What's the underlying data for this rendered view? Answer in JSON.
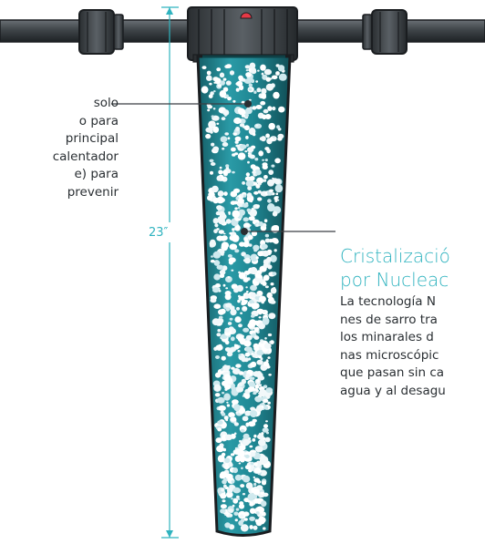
{
  "left_callout": {
    "lines": [
      "solo",
      "o para",
      "principal",
      "calentador",
      "e) para",
      "prevenir"
    ]
  },
  "dimension_label": "23″",
  "right_callout": {
    "title_lines": [
      "Cristalizació",
      "por Nucleac"
    ],
    "body_lines": [
      "La tecnología N",
      "nes de sarro tra",
      "los minarales d",
      "nas microscópic",
      "que pasan sin ca",
      "agua y al desagu"
    ]
  },
  "colors": {
    "accent": "#2fb3bf",
    "housing": "#1f7f8a",
    "pipe": "#3d4246",
    "text": "#2a2f33"
  }
}
